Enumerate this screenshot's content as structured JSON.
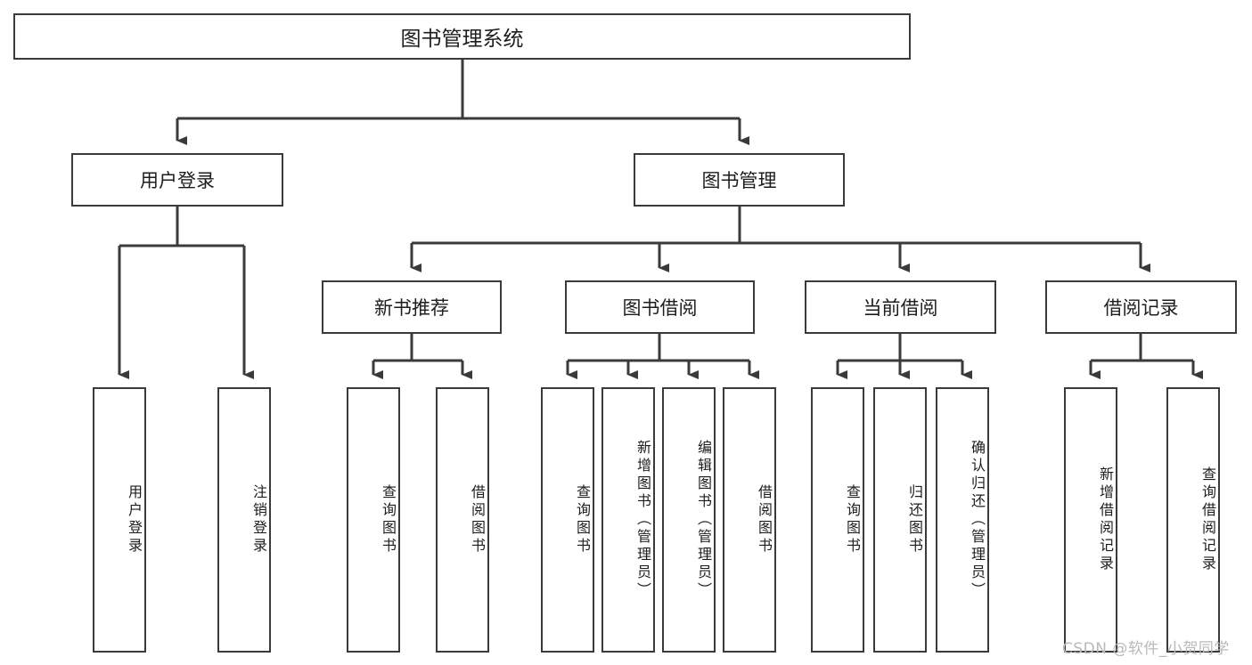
{
  "diagram": {
    "type": "hierarchy-tree",
    "title": "图书管理系统",
    "colors": {
      "background": "#ffffff",
      "box_border": "#3a3a3a",
      "box_fill": "#ffffff",
      "connector": "#3a3a3a",
      "text": "#1d1d1d",
      "watermark": "#b9b9b9"
    },
    "levels": {
      "root": {
        "label": "图书管理系统"
      },
      "level1": [
        {
          "label": "用户登录"
        },
        {
          "label": "图书管理"
        }
      ],
      "level2": [
        {
          "label": "新书推荐"
        },
        {
          "label": "图书借阅"
        },
        {
          "label": "当前借阅"
        },
        {
          "label": "借阅记录"
        }
      ],
      "leaves_user_login": [
        {
          "label": "用户登录"
        },
        {
          "label": "注销登录"
        }
      ],
      "leaves_new_book": [
        {
          "label": "查询图书"
        },
        {
          "label": "借阅图书"
        }
      ],
      "leaves_borrow": [
        {
          "label": "查询图书"
        },
        {
          "label": "新增图书（管理员）"
        },
        {
          "label": "编辑图书（管理员）"
        },
        {
          "label": "借阅图书"
        }
      ],
      "leaves_current": [
        {
          "label": "查询图书"
        },
        {
          "label": "归还图书"
        },
        {
          "label": "确认归还（管理员）"
        }
      ],
      "leaves_record": [
        {
          "label": "新增借阅记录"
        },
        {
          "label": "查询借阅记录"
        }
      ]
    },
    "watermark": "CSDN @软件_小贺同学"
  }
}
